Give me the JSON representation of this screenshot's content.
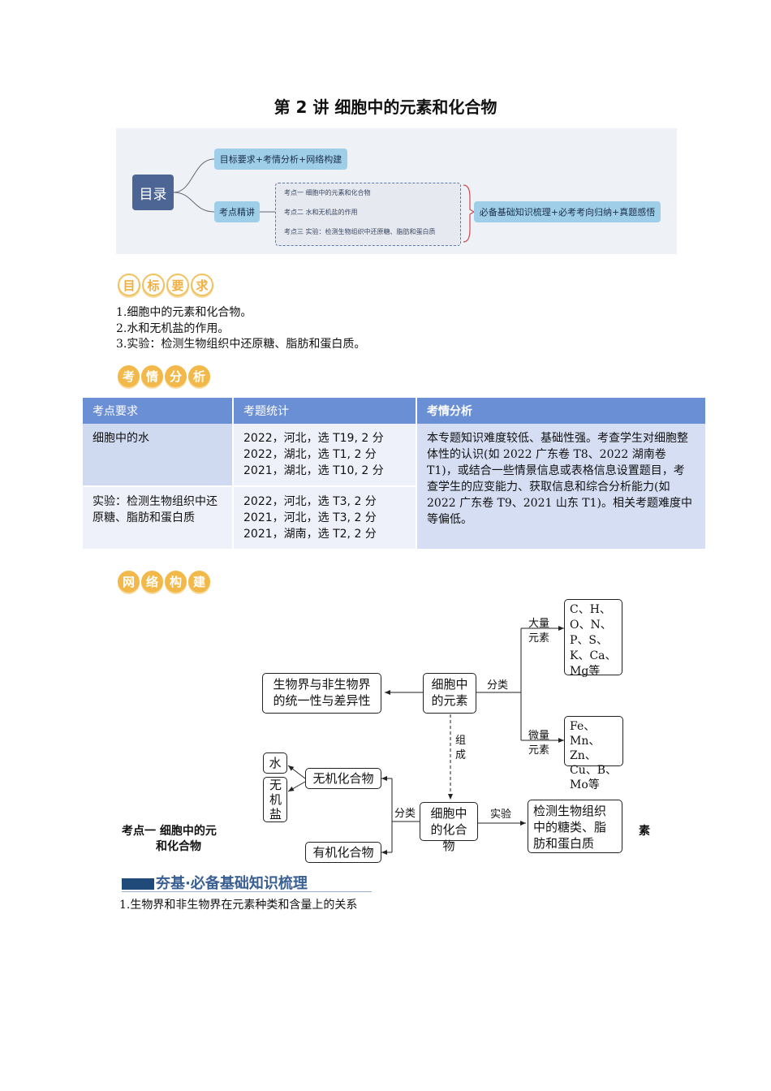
{
  "title": "第 2 讲  细胞中的元素和化合物",
  "toc": {
    "root": "目录",
    "node1": "目标要求+考情分析+网络构建",
    "node2": "考点精讲",
    "subs": [
      "考点一 细胞中的元素和化合物",
      "考点二 水和无机盐的作用",
      "考点三 实验：检测生物组织中还原糖、脂肪和蛋白质"
    ],
    "node3": "必备基础知识梳理+必考考向归纳+真题感悟"
  },
  "badges": {
    "goals": [
      "目",
      "标",
      "要",
      "求"
    ],
    "analysis": [
      "考",
      "情",
      "分",
      "析"
    ],
    "network": [
      "网",
      "络",
      "构",
      "建"
    ]
  },
  "goals": [
    "1.细胞中的元素和化合物。",
    "2.水和无机盐的作用。",
    "3.实验：检测生物组织中还原糖、脂肪和蛋白质。"
  ],
  "table": {
    "headers": [
      "考点要求",
      "考题统计",
      "考情分析"
    ],
    "rows": [
      {
        "req": "细胞中的水",
        "stats": [
          "2022，河北，选 T19, 2 分",
          "2022，湖北，选 T1, 2 分",
          "2021，湖北，选 T10, 2 分"
        ]
      },
      {
        "req": "实验：检测生物组织中还原糖、脂肪和蛋白质",
        "stats": [
          "2022，河北，选 T3, 2 分",
          "2021，河北，选 T3, 2 分",
          "2021，湖南，选 T2, 2 分"
        ]
      }
    ],
    "analysis": "本专题知识难度较低、基础性强。考查学生对细胞整体性的认识(如 2022 广东卷 T8、2022 湖南卷 T1)，或结合一些情景信息或表格信息设置题目，考查学生的应变能力、获取信息和综合分析能力(如 2022 广东卷 T9、2021 山东 T1)。相关考题难度中等偏低。"
  },
  "network": {
    "unity": "生物界与非生物界的统一性与差异性",
    "elements": "细胞中的元素",
    "classify1": "分类",
    "macro_label": "大量元素",
    "macro": "C、H、O、N、P、S、K、Ca、Mg等",
    "micro_label": "微量元素",
    "micro": "Fe、Mn、Zn、Cu、B、Mo等",
    "compose": "组成",
    "compounds": "细胞中的化合物",
    "classify2": "分类",
    "inorganic": "无机化合物",
    "water": "水",
    "salt": "无机盐",
    "organic": "有机化合物",
    "experiment": "实验",
    "detect": "检测生物组织中的糖类、脂肪和蛋白质"
  },
  "kaodian": {
    "left": "考点一    细胞中的元",
    "left2": "和化合物",
    "right": "素"
  },
  "banner": "夯基·必备基础知识梳理",
  "last_line": "1.生物界和非生物界在元素种类和含量上的关系"
}
